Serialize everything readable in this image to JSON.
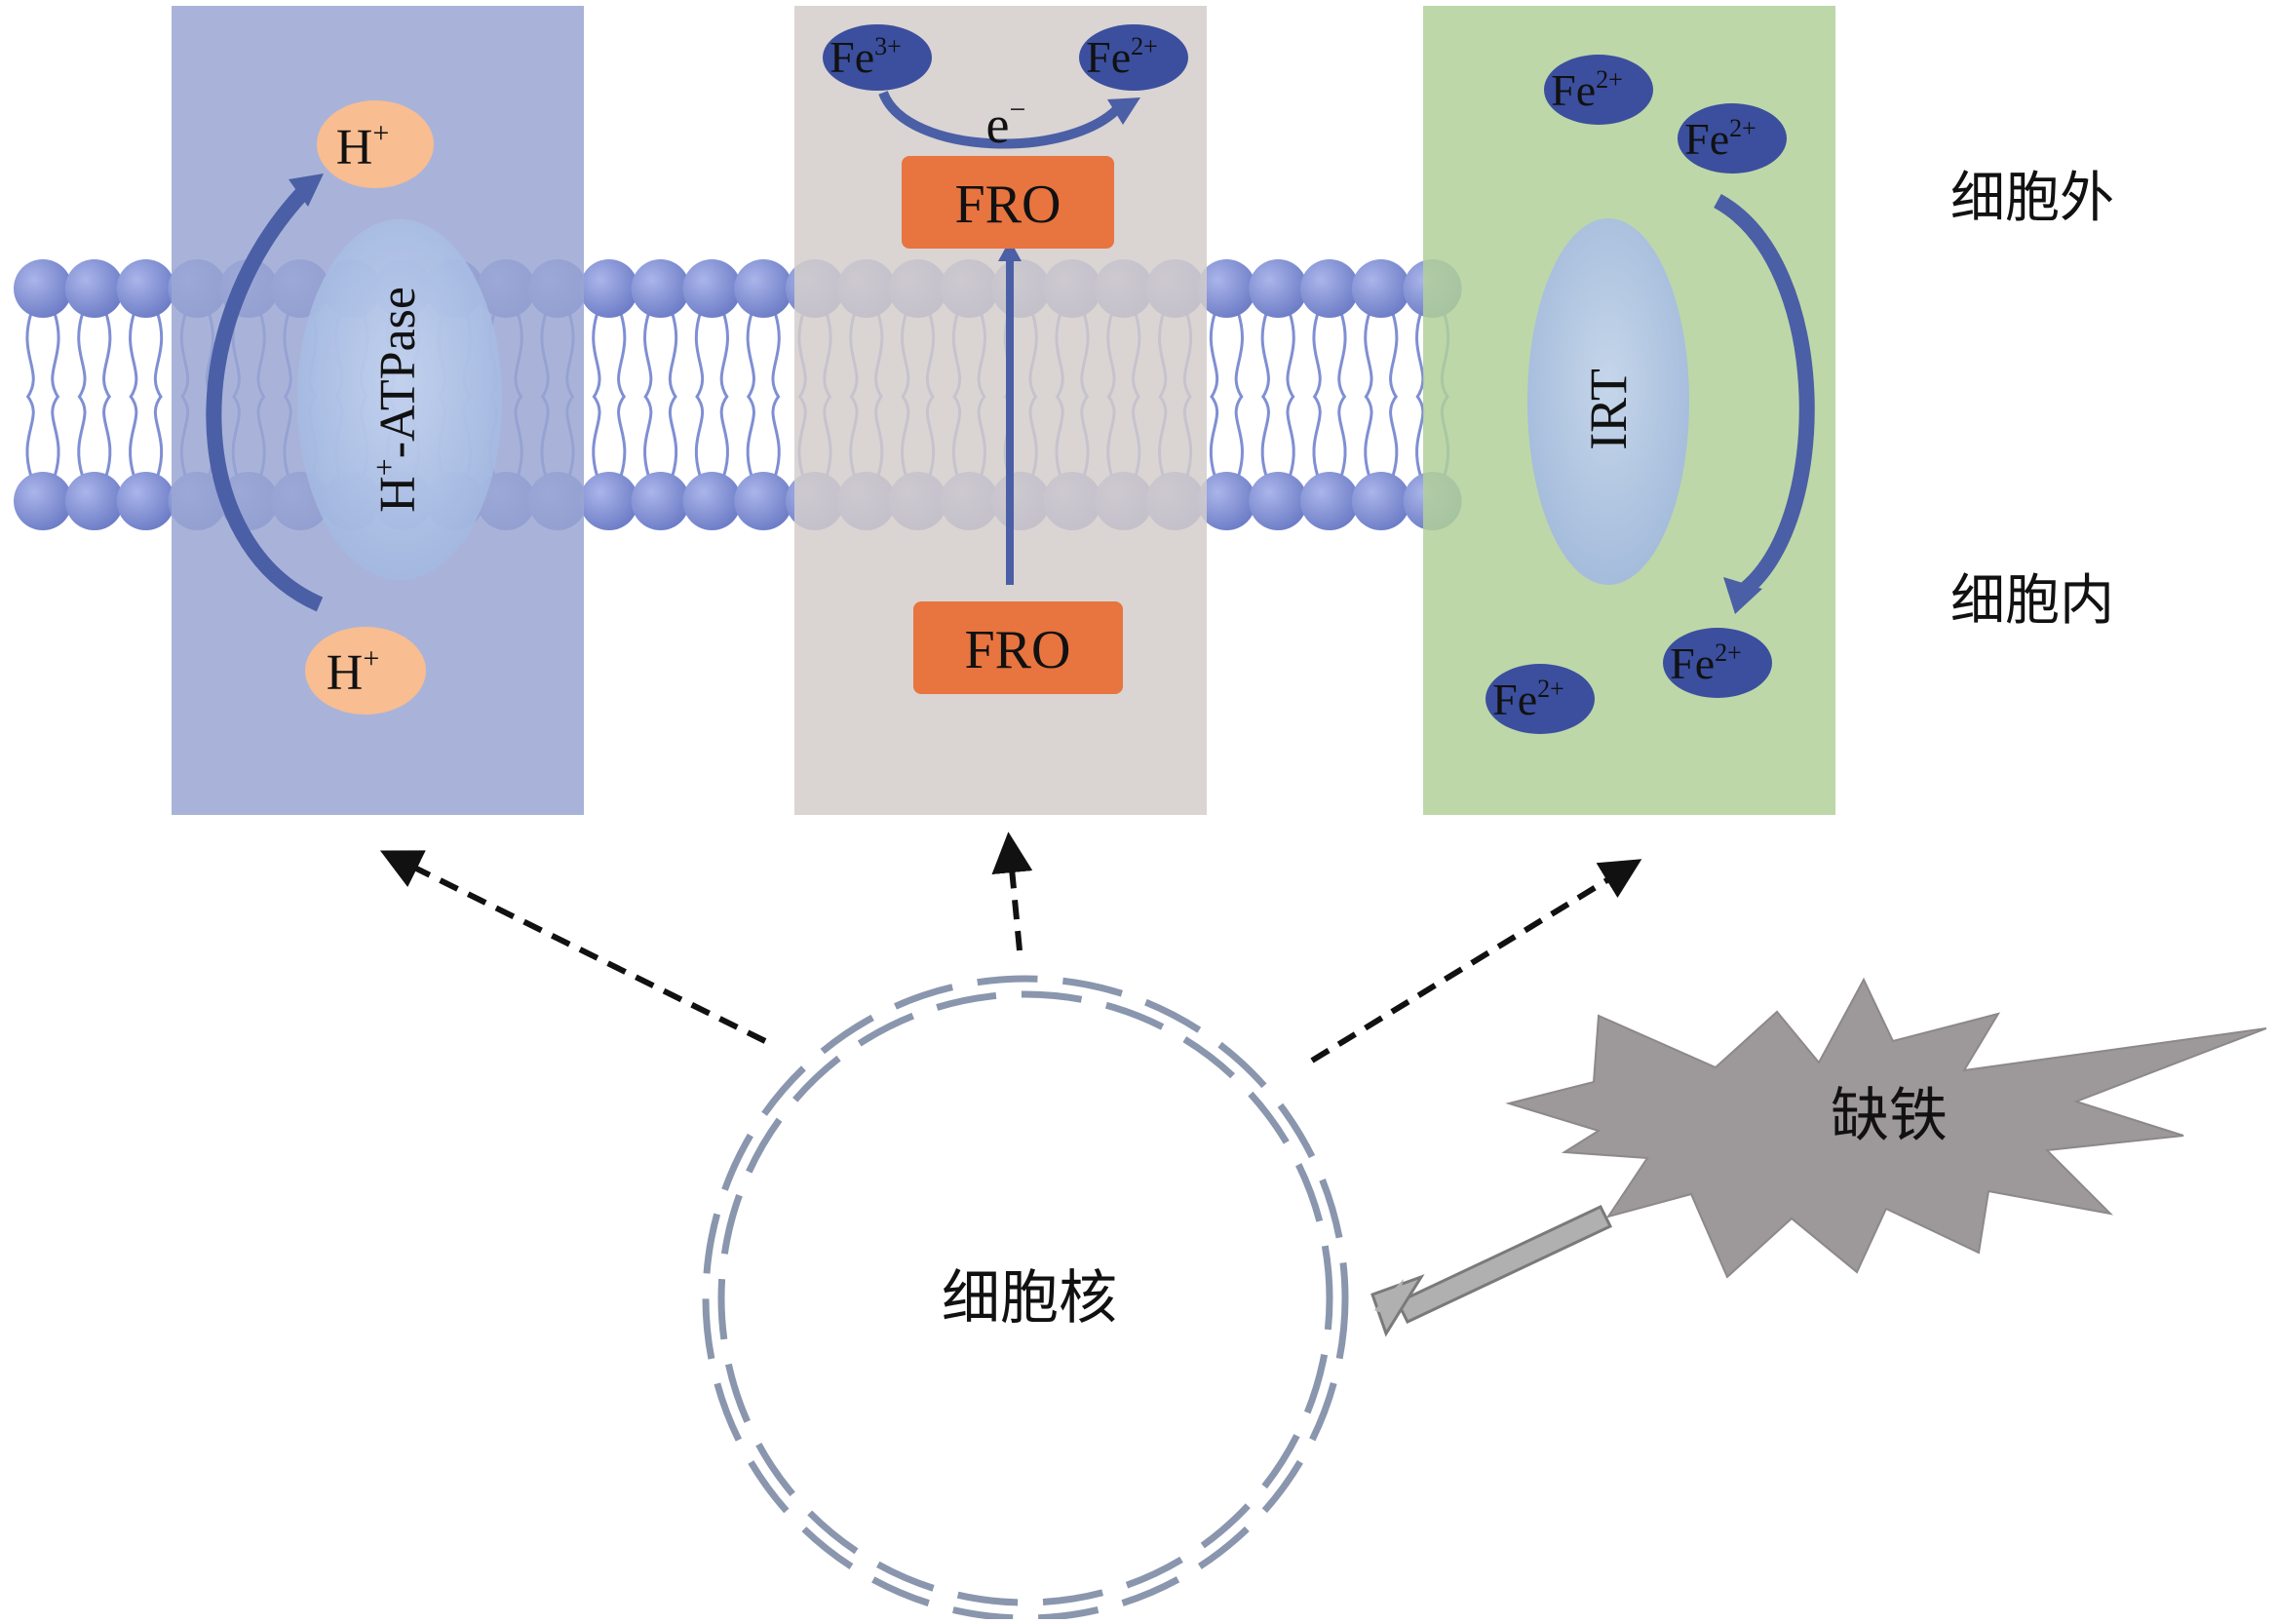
{
  "labels": {
    "h_plus": "H",
    "plus_sup": "+",
    "h_atpase_prefix": "H",
    "h_atpase_suffix": "-ATPase",
    "fe": "Fe",
    "fe3_sup": "3+",
    "fe2_sup": "2+",
    "electron": "e",
    "minus_sup": "−",
    "fro": "FRO",
    "irt": "IRT",
    "extracellular": "细胞外",
    "intracellular": "细胞内",
    "nucleus": "细胞核",
    "iron_deficiency": "缺铁"
  },
  "colors": {
    "panel_h_atpase": "#9aa6d2",
    "panel_fro": "#d3cccb",
    "panel_irt": "#b2d09a",
    "lipid_head": "#7f8fd3",
    "lipid_tail": "#7f8fd3",
    "transporter": "#aec4e6",
    "proton": "#f8bd91",
    "iron_ion": "#3b4f9e",
    "fro_box": "#e8743f",
    "pathway_arrow": "#4a5fa5",
    "nucleus_ring": "#8a96ad",
    "starburst": "#9d9899",
    "signal_arrow": "#999999"
  },
  "icons": {
    "nucleus": "dashed-double-circle",
    "iron_deficiency": "starburst-icon"
  }
}
